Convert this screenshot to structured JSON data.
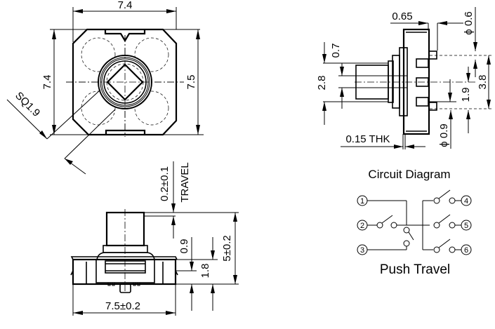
{
  "top_view": {
    "width_label": "7.4",
    "height_left_label": "7.4",
    "height_right_label": "7.5",
    "square_label": "SQ1.9"
  },
  "side_view": {
    "dim_065": "0.65",
    "dim_phi06": "ϕ 0.6",
    "dim_07": "0.7",
    "dim_28": "2.8",
    "dim_19": "1.9",
    "dim_38": "3.8",
    "dim_thk": "0.15 THK",
    "dim_phi09": "ϕ 0.9"
  },
  "front_view": {
    "travel_value": "0.2±0.1",
    "travel_label": "TRAVEL",
    "dim_09": "0.9",
    "dim_18": "1.8",
    "dim_height": "5±0.2",
    "dim_width": "7.5±0.2"
  },
  "circuit": {
    "title": "Circuit Diagram",
    "subtitle": "Push Travel",
    "pins": [
      "1",
      "2",
      "3",
      "4",
      "5",
      "6"
    ]
  }
}
